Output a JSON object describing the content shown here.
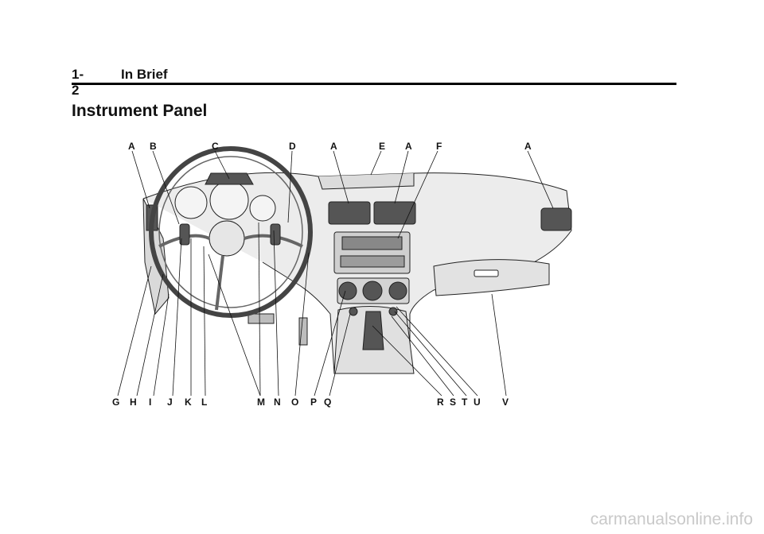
{
  "header": {
    "section": "1-2",
    "title": "In Brief"
  },
  "page_title": "Instrument Panel",
  "callouts": {
    "top": [
      "A",
      "B",
      "C",
      "D",
      "A",
      "E",
      "A",
      "F",
      "A"
    ],
    "bottom": [
      "G",
      "H",
      "I",
      "J",
      "K",
      "L",
      "M",
      "N",
      "O",
      "P",
      "Q",
      "R",
      "S",
      "T",
      "U",
      "V"
    ]
  },
  "watermark": "carmanualsonline.info"
}
